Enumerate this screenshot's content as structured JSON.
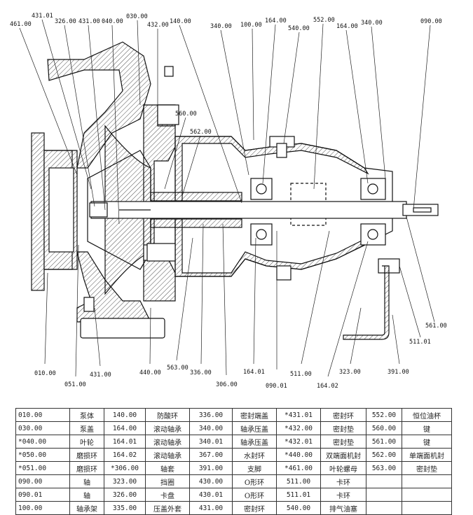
{
  "labels": {
    "top": [
      "461.00",
      "431.01",
      "326.00",
      "431.00",
      "040.00",
      "030.00",
      "432.00",
      "140.00",
      "340.00",
      "100.00",
      "164.00",
      "540.00",
      "552.00",
      "164.00",
      "340.00",
      "090.00"
    ],
    "middle": [
      "560.00",
      "562.00"
    ],
    "right": [
      "561.00",
      "511.01"
    ],
    "bottom": [
      "010.00",
      "051.00",
      "431.00",
      "440.00",
      "563.00",
      "336.00",
      "306.00",
      "164.01",
      "090.01",
      "511.00",
      "164.02",
      "323.00",
      "391.00"
    ]
  },
  "parts_table": [
    [
      "010.00",
      "泵体",
      "140.00",
      "防酸环",
      "336.00",
      "密封端盖",
      "*431.01",
      "密封环",
      "552.00",
      "恒位油杯"
    ],
    [
      "030.00",
      "泵盖",
      "164.00",
      "滚动轴承",
      "340.00",
      "轴承压盖",
      "*432.00",
      "密封垫",
      "560.00",
      "键"
    ],
    [
      "*040.00",
      "叶轮",
      "164.01",
      "滚动轴承",
      "340.01",
      "轴承压盖",
      "*432.01",
      "密封垫",
      "561.00",
      "键"
    ],
    [
      "*050.00",
      "磨损环",
      "164.02",
      "滚动轴承",
      "367.00",
      "水封环",
      "*440.00",
      "双端面机封",
      "562.00",
      "单端面机封"
    ],
    [
      "*051.00",
      "磨损环",
      "*306.00",
      "轴套",
      "391.00",
      "支脚",
      "*461.00",
      "叶轮螺母",
      "563.00",
      "密封垫"
    ],
    [
      "090.00",
      "轴",
      "323.00",
      "挡圈",
      "430.00",
      "O形环",
      "511.00",
      "卡环",
      "",
      ""
    ],
    [
      "090.01",
      "轴",
      "326.00",
      "卡盘",
      "430.01",
      "O形环",
      "511.01",
      "卡环",
      "",
      ""
    ],
    [
      "100.00",
      "轴承架",
      "335.00",
      "压盖外套",
      "431.00",
      "密封环",
      "540.00",
      "排气油塞",
      "",
      ""
    ]
  ]
}
